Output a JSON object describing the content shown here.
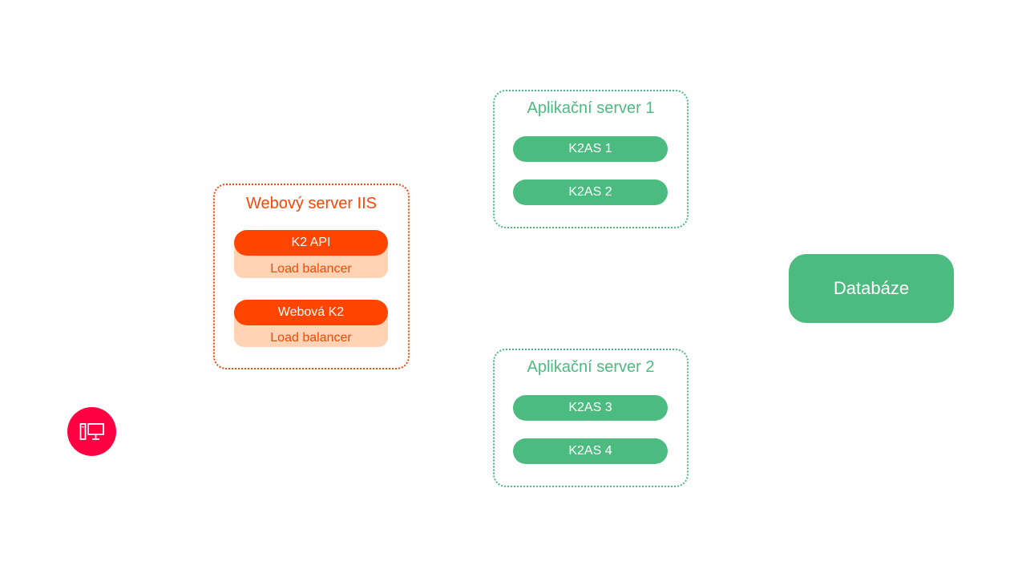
{
  "web_server": {
    "title": "Webový server IIS",
    "components": [
      {
        "label": "K2 API",
        "balancer": "Load balancer"
      },
      {
        "label": "Webová K2",
        "balancer": "Load balancer"
      }
    ]
  },
  "app_servers": [
    {
      "title": "Aplikační server 1",
      "instances": [
        "K2AS 1",
        "K2AS 2"
      ]
    },
    {
      "title": "Aplikační server 2",
      "instances": [
        "K2AS 3",
        "K2AS 4"
      ]
    }
  ],
  "database": {
    "label": "Databáze"
  },
  "client": {
    "icon": "desktop-computer-icon"
  },
  "colors": {
    "orange": "#ff4500",
    "orange_light": "#ffd3b4",
    "green": "#4cbb80",
    "client": "#ff0040"
  }
}
